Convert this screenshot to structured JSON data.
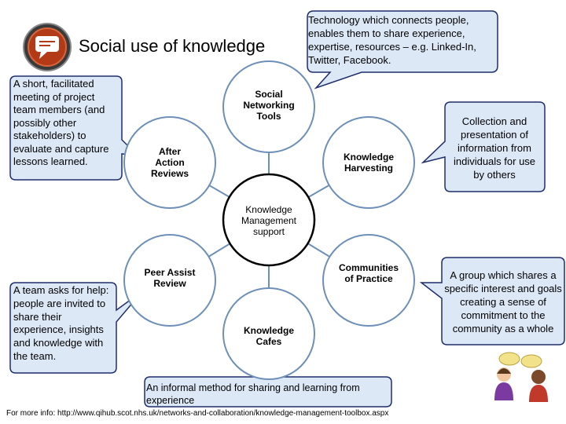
{
  "title": "Social use of knowledge",
  "hub": {
    "label": "Knowledge Management support"
  },
  "nodes": [
    {
      "id": "social",
      "label": "Social Networking Tools"
    },
    {
      "id": "harvesting",
      "label": "Knowledge Harvesting"
    },
    {
      "id": "aar",
      "label": "After Action Reviews"
    },
    {
      "id": "peer",
      "label": "Peer Assist Review"
    },
    {
      "id": "cop",
      "label": "Communities of Practice"
    },
    {
      "id": "cafes",
      "label": "Knowledge Cafes"
    }
  ],
  "callouts": {
    "social": "Technology which  connects people, enables them to share experience, expertise, resources – e.g. Linked-In, Twitter,  Facebook.",
    "aar": "A short, facilitated meeting of project team members (and possibly other stakeholders) to evaluate and capture lessons learned.",
    "harvesting": "Collection and presentation of information from individuals for use by others",
    "peer": "A team asks for help: people are invited to share their experience, insights and knowledge with the team.",
    "cop": "A group which shares a specific interest  and goals creating a sense of commitment to the community as a whole",
    "cafes": "An informal method for sharing and learning from experience"
  },
  "footer": "For more info: http://www.qihub.scot.nhs.uk/networks-and-collaboration/knowledge-management-toolbox.aspx",
  "icons": {
    "logo": "speech-bubble-logo-icon",
    "people": "people-talking-icon"
  },
  "colors": {
    "callout_fill": "#dde8f7",
    "callout_stroke": "#1f2d6b",
    "connector": "#6e8fb8"
  }
}
